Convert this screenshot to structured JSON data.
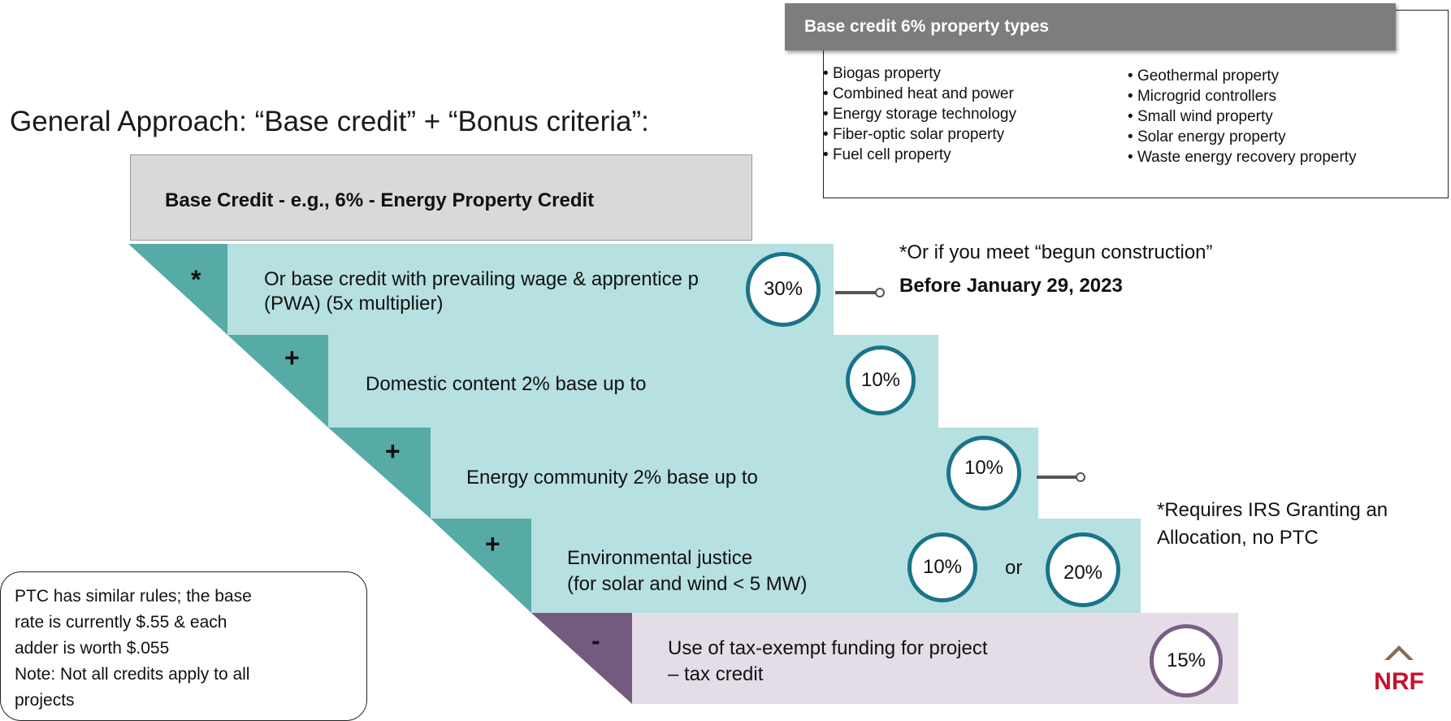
{
  "property_types": {
    "header": "Base credit 6% property types",
    "left": [
      "Biogas property",
      "Combined heat and power",
      "Energy storage technology",
      "Fiber-optic solar property",
      "Fuel cell property"
    ],
    "right": [
      "Geothermal property",
      "Microgrid controllers",
      "Small wind property",
      "Solar energy property",
      "Waste energy recovery property"
    ]
  },
  "title": "General Approach: “Base credit” + “Bonus criteria”:",
  "base_credit": "Base Credit - e.g., 6% - Energy Property Credit",
  "steps": [
    {
      "sign": "*",
      "line1": "Or base credit with prevailing wage & apprentice p",
      "line2": "(PWA) (5x multiplier)",
      "pct": "30%"
    },
    {
      "sign": "+",
      "line1": "Domestic content 2% base up to",
      "pct": "10%"
    },
    {
      "sign": "+",
      "line1": "Energy community 2% base up to",
      "pct": "10%"
    },
    {
      "sign": "+",
      "line1": "Environmental justice",
      "line2": "(for solar and wind < 5 MW)",
      "pct": "10%",
      "or": "or",
      "pct2": "20%"
    },
    {
      "sign": "-",
      "line1": "Use of tax-exempt funding for project",
      "line2": "– tax credit",
      "pct": "15%"
    }
  ],
  "notes": {
    "begun_line1": "*Or if you meet “begun construction”",
    "begun_line2": "Before January 29, 2023",
    "irs_line1": "*Requires IRS Granting an",
    "irs_line2": "Allocation, no PTC"
  },
  "ptc_note": [
    "PTC has similar rules; the base",
    "rate is currently $.55 & each",
    "adder is worth $.055",
    "Note: Not all credits apply to all",
    "projects"
  ],
  "logo_text": "NRF",
  "colors": {
    "teal_light": "#b7e0e0",
    "teal_dark": "#56aba7",
    "purple_light": "#e4dde7",
    "purple_dark": "#755a80",
    "circle_border": "#1a7489",
    "header_gray": "#7d7d7d",
    "logo_red": "#c8102e",
    "logo_brown": "#8b6a55"
  }
}
